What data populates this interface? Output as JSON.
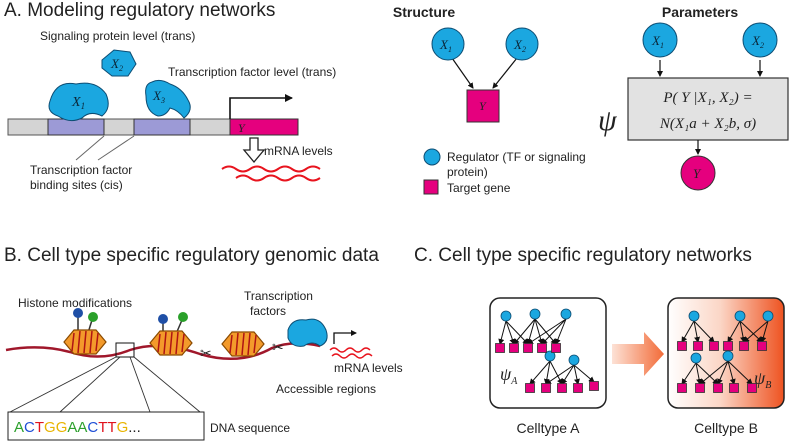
{
  "panel_a": {
    "title": "A. Modeling regulatory networks",
    "signaling_label": "Signaling protein level (trans)",
    "tf_label": "Transcription factor level (trans)",
    "binding_label_1": "Transcription factor",
    "binding_label_2": "binding sites (cis)",
    "mrna_label": "mRNA levels",
    "x1": "X",
    "x1_sub": "1",
    "x2": "X",
    "x2_sub": "2",
    "x3": "X",
    "x3_sub": "3",
    "gene": "Y"
  },
  "structure": {
    "title": "Structure",
    "x1": "X",
    "x1_sub": "1",
    "x2": "X",
    "x2_sub": "2",
    "y": "Y"
  },
  "parameters": {
    "title": "Parameters",
    "psi": "ψ",
    "x1": "X",
    "x1_sub": "1",
    "x2": "X",
    "x2_sub": "2",
    "formula_line1": "P( Y |X₁, X₂) =",
    "formula_line2": "N(X₁a + X₂b, σ)",
    "y": "Y"
  },
  "legend": {
    "regulator_1": "Regulator (TF or signaling",
    "regulator_2": "protein)",
    "target": "Target gene"
  },
  "panel_b": {
    "title": "B. Cell type specific regulatory genomic data",
    "histone": "Histone modifications",
    "tf_1": "Transcription",
    "tf_2": "factors",
    "mrna": "mRNA levels",
    "accessible": "Accessible regions",
    "dna_label": "DNA sequence",
    "dna_letters": [
      "A",
      "C",
      "T",
      "G",
      "G",
      "A",
      "A",
      "C",
      "T",
      "T",
      "G"
    ],
    "dna_ellipsis": "...",
    "dna_colors": {
      "A": "#2ca02c",
      "C": "#1f4fd6",
      "T": "#e0141e",
      "G": "#e8b400"
    }
  },
  "panel_c": {
    "title": "C. Cell type specific regulatory networks",
    "psi_a": "ψ",
    "psi_a_sub": "A",
    "psi_b": "ψ",
    "psi_b_sub": "B",
    "celltype_a": "Celltype A",
    "celltype_b": "Celltype B"
  },
  "colors": {
    "regulator": "#1ba7e0",
    "target": "#e5007e",
    "arrow_orange": "#f4784a",
    "binding_site": "#9c9ad6",
    "nucleosome": "#f39a2b",
    "dna_strand": "#a0172b",
    "formula_box": "#e2e2e2",
    "chromosome": "#d4d4d4"
  }
}
